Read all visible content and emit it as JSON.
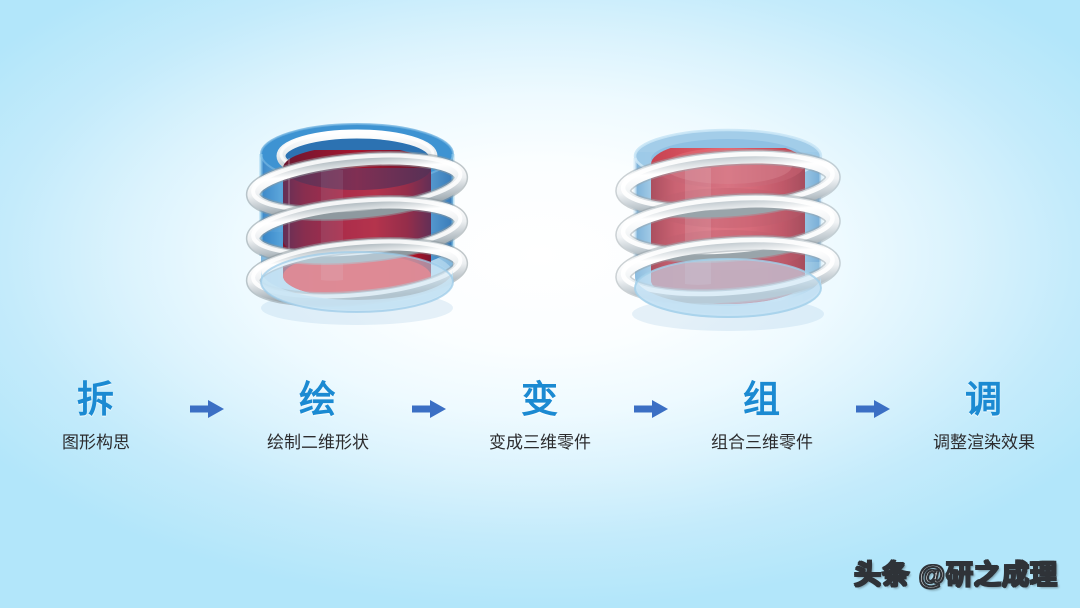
{
  "slide": {
    "background_start": "#ffffff",
    "background_end": "#b2e6fa",
    "accent_color": "#1b8ad2",
    "arrow_color": "#3b6fc4",
    "label_color": "#2c2c2e"
  },
  "objects": [
    {
      "name": "coiled-cylinder-dark",
      "shell_color": "#3a8fd0",
      "shell_color_light": "#a8d6ef",
      "core_color": "#e10e1e",
      "core_color_dark": "#8e1430",
      "ring_color": "#f4f6f7",
      "ring_count": 3
    },
    {
      "name": "coiled-cylinder-light",
      "shell_color": "#8fc4e8",
      "shell_color_light": "#cfe8f7",
      "core_color": "#e2515f",
      "core_color_dark": "#b5303f",
      "ring_color": "#f7f9fa",
      "ring_count": 3
    }
  ],
  "steps": [
    {
      "char": "拆",
      "label": "图形构思"
    },
    {
      "char": "绘",
      "label": "绘制二维形状"
    },
    {
      "char": "变",
      "label": "变成三维零件"
    },
    {
      "char": "组",
      "label": "组合三维零件"
    },
    {
      "char": "调",
      "label": "调整渲染效果"
    }
  ],
  "watermark": {
    "text": "头条 @研之成理"
  }
}
